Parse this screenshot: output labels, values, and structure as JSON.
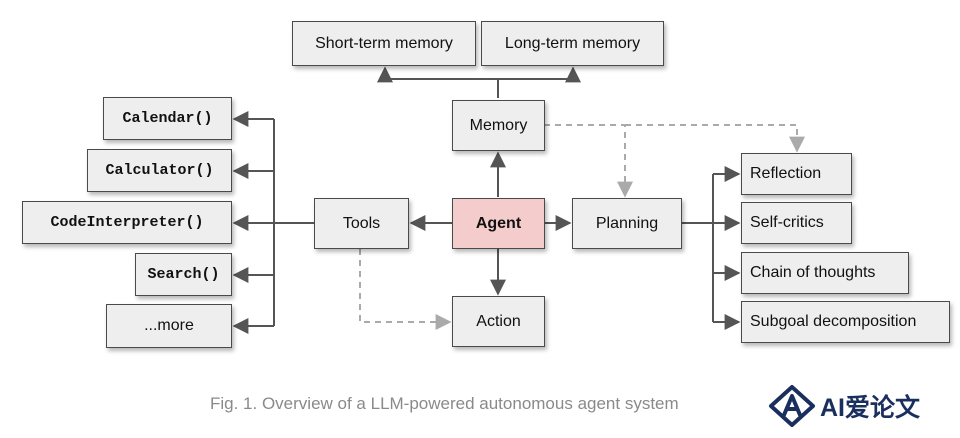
{
  "nodes": {
    "short_term_memory": "Short-term memory",
    "long_term_memory": "Long-term memory",
    "memory": "Memory",
    "calendar": "Calendar()",
    "calculator": "Calculator()",
    "code_interpreter": "CodeInterpreter()",
    "search": "Search()",
    "more": "...more",
    "tools": "Tools",
    "agent": "Agent",
    "planning": "Planning",
    "action": "Action",
    "reflection": "Reflection",
    "self_critics": "Self-critics",
    "chain_of_thoughts": "Chain of thoughts",
    "subgoal_decomposition": "Subgoal decomposition"
  },
  "caption": "Fig. 1. Overview of a LLM-powered autonomous agent system",
  "watermark": {
    "text": "AI爱论文",
    "icon": "ai-logo-icon"
  },
  "colors": {
    "box_fill": "#eeeeee",
    "agent_fill": "#f4cccc",
    "solid_arrow": "#555555",
    "dashed_arrow": "#aaaaaa",
    "caption": "#8a8a8a",
    "watermark": "#1b2f5e"
  }
}
